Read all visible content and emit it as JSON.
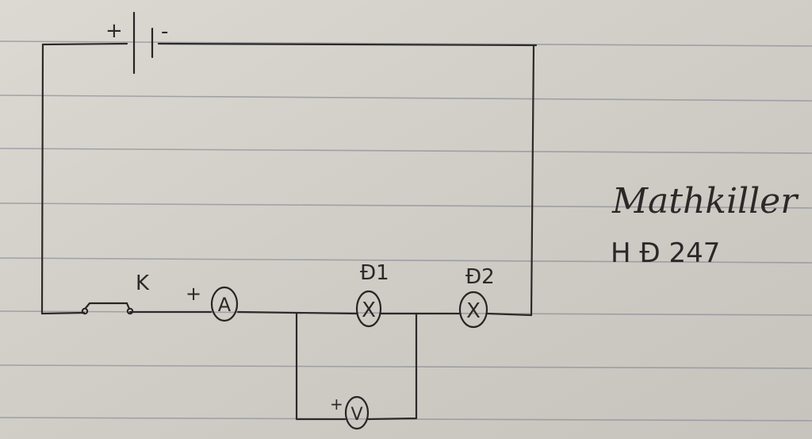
{
  "diagram": {
    "battery": {
      "plus": "+",
      "minus": "-"
    },
    "switch": {
      "label": "K"
    },
    "ammeter": {
      "symbol": "A",
      "polarity": "+"
    },
    "lamps": [
      {
        "label": "Đ1",
        "symbol": "X"
      },
      {
        "label": "Đ2",
        "symbol": "X"
      }
    ],
    "voltmeter": {
      "symbol": "V",
      "polarity": "+"
    }
  },
  "signature": {
    "name": "Mathkiller",
    "code": "H Đ 247"
  },
  "colors": {
    "paper": "#d6d3cc",
    "ink": "#2b2a29",
    "rule_line": "#8f919a"
  }
}
